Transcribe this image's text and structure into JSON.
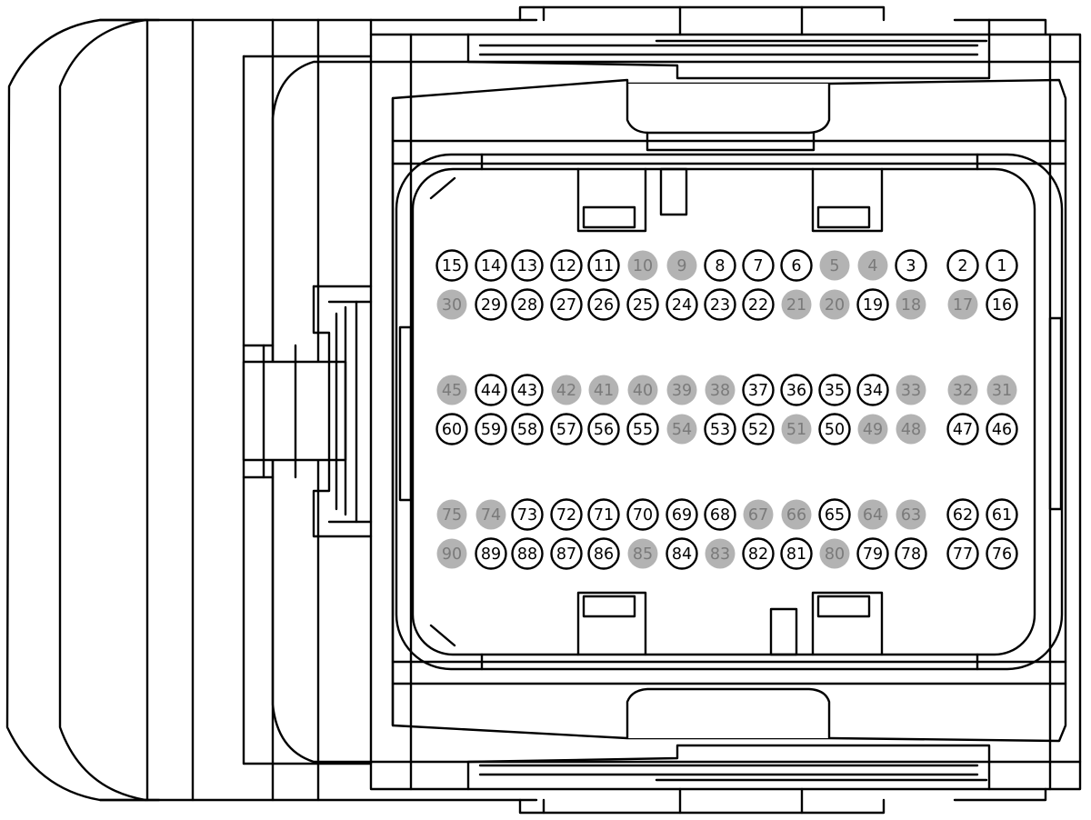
{
  "connector": {
    "pin_style": {
      "used_fill": "#ffffff",
      "used_stroke": "#000000",
      "used_text": "#000000",
      "unused_fill": "#b3b3b3",
      "unused_text": "#7a7a7a"
    },
    "rows": [
      {
        "pins": [
          {
            "label": "15",
            "used": true
          },
          {
            "label": "14",
            "used": true
          },
          {
            "label": "13",
            "used": true
          },
          {
            "label": "12",
            "used": true
          },
          {
            "label": "11",
            "used": true
          },
          {
            "label": "10",
            "used": false
          },
          {
            "label": "9",
            "used": false
          },
          {
            "label": "8",
            "used": true
          },
          {
            "label": "7",
            "used": true
          },
          {
            "label": "6",
            "used": true
          },
          {
            "label": "5",
            "used": false
          },
          {
            "label": "4",
            "used": false
          },
          {
            "label": "3",
            "used": true
          },
          {
            "label": "2",
            "used": true
          },
          {
            "label": "1",
            "used": true
          }
        ]
      },
      {
        "pins": [
          {
            "label": "30",
            "used": false
          },
          {
            "label": "29",
            "used": true
          },
          {
            "label": "28",
            "used": true
          },
          {
            "label": "27",
            "used": true
          },
          {
            "label": "26",
            "used": true
          },
          {
            "label": "25",
            "used": true
          },
          {
            "label": "24",
            "used": true
          },
          {
            "label": "23",
            "used": true
          },
          {
            "label": "22",
            "used": true
          },
          {
            "label": "21",
            "used": false
          },
          {
            "label": "20",
            "used": false
          },
          {
            "label": "19",
            "used": true
          },
          {
            "label": "18",
            "used": false
          },
          {
            "label": "17",
            "used": false
          },
          {
            "label": "16",
            "used": true
          }
        ]
      },
      {
        "pins": [
          {
            "label": "45",
            "used": false
          },
          {
            "label": "44",
            "used": true
          },
          {
            "label": "43",
            "used": true
          },
          {
            "label": "42",
            "used": false
          },
          {
            "label": "41",
            "used": false
          },
          {
            "label": "40",
            "used": false
          },
          {
            "label": "39",
            "used": false
          },
          {
            "label": "38",
            "used": false
          },
          {
            "label": "37",
            "used": true
          },
          {
            "label": "36",
            "used": true
          },
          {
            "label": "35",
            "used": true
          },
          {
            "label": "34",
            "used": true
          },
          {
            "label": "33",
            "used": false
          },
          {
            "label": "32",
            "used": false
          },
          {
            "label": "31",
            "used": false
          }
        ]
      },
      {
        "pins": [
          {
            "label": "60",
            "used": true
          },
          {
            "label": "59",
            "used": true
          },
          {
            "label": "58",
            "used": true
          },
          {
            "label": "57",
            "used": true
          },
          {
            "label": "56",
            "used": true
          },
          {
            "label": "55",
            "used": true
          },
          {
            "label": "54",
            "used": false
          },
          {
            "label": "53",
            "used": true
          },
          {
            "label": "52",
            "used": true
          },
          {
            "label": "51",
            "used": false
          },
          {
            "label": "50",
            "used": true
          },
          {
            "label": "49",
            "used": false
          },
          {
            "label": "48",
            "used": false
          },
          {
            "label": "47",
            "used": true
          },
          {
            "label": "46",
            "used": true
          }
        ]
      },
      {
        "pins": [
          {
            "label": "75",
            "used": false
          },
          {
            "label": "74",
            "used": false
          },
          {
            "label": "73",
            "used": true
          },
          {
            "label": "72",
            "used": true
          },
          {
            "label": "71",
            "used": true
          },
          {
            "label": "70",
            "used": true
          },
          {
            "label": "69",
            "used": true
          },
          {
            "label": "68",
            "used": true
          },
          {
            "label": "67",
            "used": false
          },
          {
            "label": "66",
            "used": false
          },
          {
            "label": "65",
            "used": true
          },
          {
            "label": "64",
            "used": false
          },
          {
            "label": "63",
            "used": false
          },
          {
            "label": "62",
            "used": true
          },
          {
            "label": "61",
            "used": true
          }
        ]
      },
      {
        "pins": [
          {
            "label": "90",
            "used": false
          },
          {
            "label": "89",
            "used": true
          },
          {
            "label": "88",
            "used": true
          },
          {
            "label": "87",
            "used": true
          },
          {
            "label": "86",
            "used": true
          },
          {
            "label": "85",
            "used": false
          },
          {
            "label": "84",
            "used": true
          },
          {
            "label": "83",
            "used": false
          },
          {
            "label": "82",
            "used": true
          },
          {
            "label": "81",
            "used": true
          },
          {
            "label": "80",
            "used": false
          },
          {
            "label": "79",
            "used": true
          },
          {
            "label": "78",
            "used": true
          },
          {
            "label": "77",
            "used": true
          },
          {
            "label": "76",
            "used": true
          }
        ]
      }
    ]
  }
}
